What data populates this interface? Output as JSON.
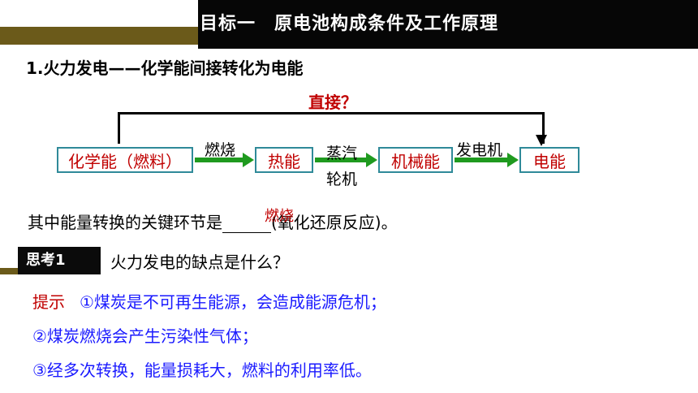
{
  "header": {
    "title": "目标一　原电池构成条件及工作原理"
  },
  "section": {
    "heading": "1.火力发电——化学能间接转化为电能"
  },
  "diagram": {
    "direct_label": "直接？",
    "nodes": [
      "化学能（燃料）",
      "热能",
      "机械能",
      "电能"
    ],
    "edges": [
      {
        "label_top": "燃烧",
        "label_bottom": ""
      },
      {
        "label_top": "蒸汽",
        "label_bottom": "轮机"
      },
      {
        "label_top": "发电机",
        "label_bottom": ""
      }
    ]
  },
  "key_sentence": {
    "prefix": "其中能量转换的关键环节是",
    "answer": "燃烧",
    "suffix": "(氧化还原反应)。"
  },
  "think": {
    "tag": "思考1",
    "question": "火力发电的缺点是什么？",
    "hint_label": "提示",
    "answers": [
      "①煤炭是不可再生能源，会造成能源危机；",
      "②煤炭燃烧会产生污染性气体；",
      "③经多次转换，能量损耗大，燃料的利用率低。"
    ]
  }
}
